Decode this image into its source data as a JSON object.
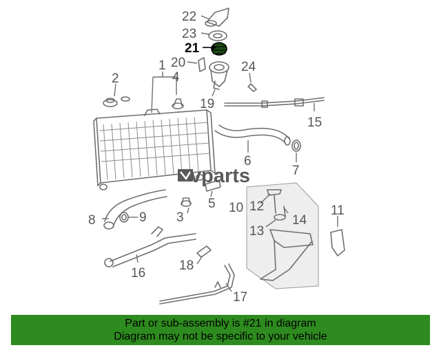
{
  "watermark": {
    "logo_text": "vparts"
  },
  "callouts": {
    "c1": "1",
    "c2": "2",
    "c3": "3",
    "c4": "4",
    "c5": "5",
    "c6": "6",
    "c7": "7",
    "c8": "8",
    "c9": "9",
    "c10": "10",
    "c11": "11",
    "c12": "12",
    "c13": "13",
    "c14": "14",
    "c15": "15",
    "c16": "16",
    "c17": "17",
    "c18": "18",
    "c19": "19",
    "c20": "20",
    "c21": "21",
    "c22": "22",
    "c23": "23",
    "c24": "24"
  },
  "highlight": {
    "part": "21",
    "color": "#000000"
  },
  "banner": {
    "line1": "Part or sub-assembly is #21 in diagram",
    "line2": "Diagram may not be specific to your vehicle",
    "background": "#2e8b1f"
  }
}
